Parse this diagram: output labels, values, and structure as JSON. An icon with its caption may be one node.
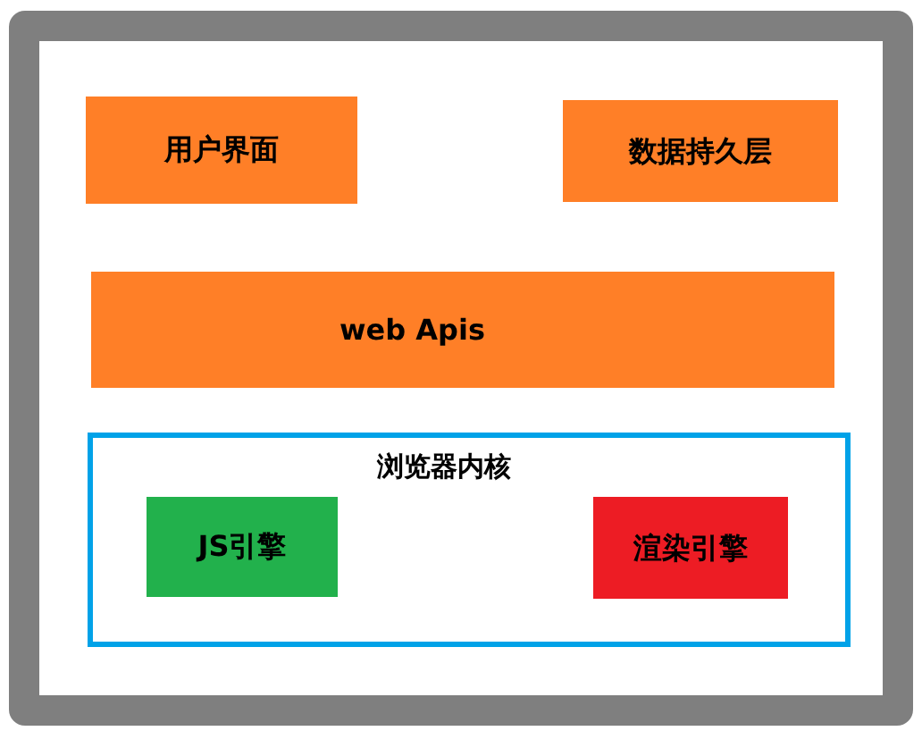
{
  "diagram": {
    "nodes": [
      {
        "text": [],
        "shape": "box"
      },
      {
        "text": [
          "用户界面"
        ],
        "in": 0
      },
      {
        "text": [
          "数据持久层"
        ],
        "in": 0
      },
      {
        "text": [
          "web Apis"
        ],
        "in": 0
      },
      {
        "text": [
          "浏览器内核"
        ],
        "in": 0
      },
      {
        "text": [
          "JS引擎"
        ],
        "in": 4
      },
      {
        "text": [
          "渲染引擎"
        ],
        "in": 4
      }
    ]
  }
}
